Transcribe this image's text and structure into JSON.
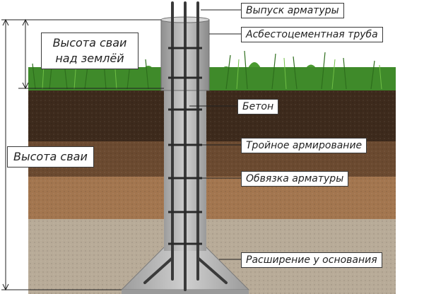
{
  "labels": {
    "rebar_outlet": "Выпуск арматуры",
    "asbestos_pipe": "Асбестоцементная труба",
    "concrete": "Бетон",
    "triple_reinforcement": "Тройное армирование",
    "rebar_binding": "Обвязка арматуры",
    "base_widening": "Расширение у основания",
    "pile_height_above_line1": "Высота сваи",
    "pile_height_above_line2": "над землёй",
    "pile_height": "Высота сваи"
  },
  "colors": {
    "grass": "#3f8a2a",
    "topsoil": "#3d2a1c",
    "midsoil": "#7a5334",
    "sandsoil": "#a3764f",
    "basesoil": "#b8ab98",
    "concrete": "#bdbdbd",
    "rebar": "#3a3a3a"
  }
}
